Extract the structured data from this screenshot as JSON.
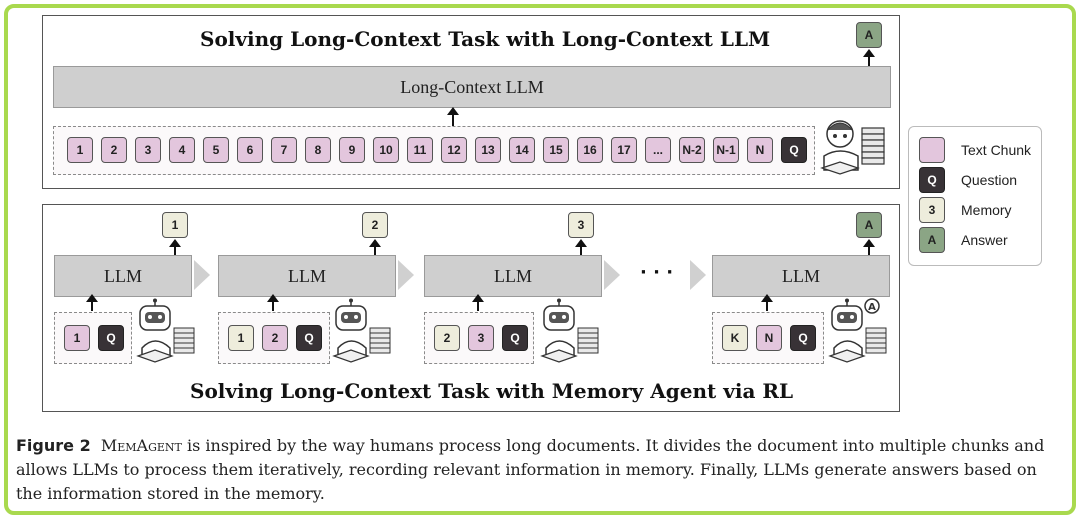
{
  "top_panel": {
    "title": "Solving Long-Context Task with Long-Context LLM",
    "llm_label": "Long-Context LLM",
    "answer_label": "A",
    "chunks": [
      "1",
      "2",
      "3",
      "4",
      "5",
      "6",
      "7",
      "8",
      "9",
      "10",
      "11",
      "12",
      "13",
      "14",
      "15",
      "16",
      "17",
      "...",
      "N-2",
      "N-1",
      "N"
    ],
    "question_label": "Q"
  },
  "bottom_panel": {
    "title": "Solving Long-Context Task with Memory Agent via RL",
    "ellipsis": "· · ·",
    "stages": [
      {
        "llm_label": "LLM",
        "output": "1",
        "inputs": [
          "1",
          "Q"
        ]
      },
      {
        "llm_label": "LLM",
        "output": "2",
        "inputs": [
          "1",
          "2",
          "Q"
        ]
      },
      {
        "llm_label": "LLM",
        "output": "3",
        "inputs": [
          "2",
          "3",
          "Q"
        ]
      },
      {
        "llm_label": "LLM",
        "output": "A",
        "inputs": [
          "K",
          "N",
          "Q"
        ]
      }
    ]
  },
  "legend": {
    "items": [
      {
        "chip": "",
        "label": "Text Chunk"
      },
      {
        "chip": "Q",
        "label": "Question"
      },
      {
        "chip": "3",
        "label": "Memory"
      },
      {
        "chip": "A",
        "label": "Answer"
      }
    ]
  },
  "caption": {
    "figure_label": "Figure 2",
    "name": "MemAgent",
    "text": " is inspired by the way humans process long documents. It divides the document into multiple chunks and allows LLMs to process them iteratively, recording relevant information in memory. Finally, LLMs generate answers based on the information stored in the memory."
  },
  "colors": {
    "frame_border": "#a9d94e",
    "text_chunk": "#e3c6dd",
    "question": "#383236",
    "memory": "#eeeddc",
    "answer": "#8ba585",
    "llm_bar": "#cfcfcf"
  }
}
